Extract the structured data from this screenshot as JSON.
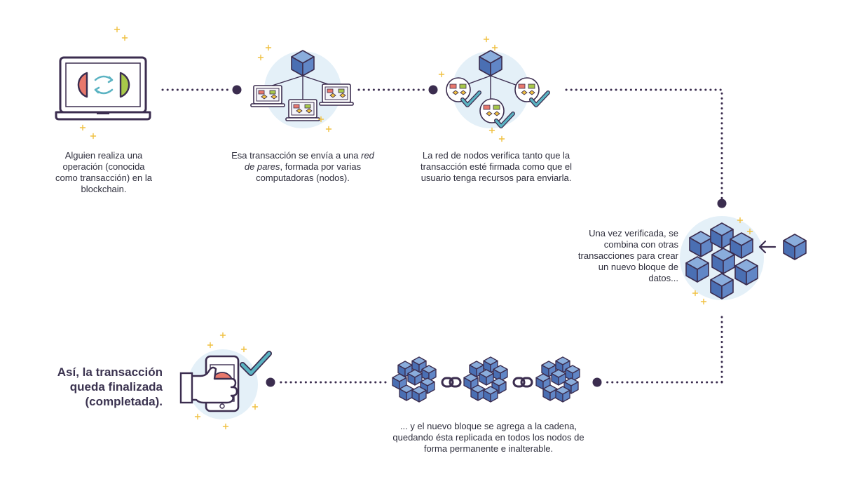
{
  "steps": [
    {
      "text": "Alguien realiza una operación (conocida como transacción) en la blockchain."
    },
    {
      "text_before": "Esa transacción se envía a una ",
      "text_italic": "red de pares",
      "text_after": ", formada por varias computadoras (nodos)."
    },
    {
      "text": "La red de nodos verifica tanto que la transacción esté firmada como que el usuario tenga recursos para enviarla."
    },
    {
      "text": "Una vez verificada, se combina con otras transacciones para crear un nuevo bloque de datos..."
    },
    {
      "text": "... y el nuevo bloque se agrega a la cadena, quedando ésta replicada en todos los nodos de forma permanente e inalterable."
    },
    {
      "text": "Así, la transacción queda finalizada (completada)."
    }
  ],
  "colors": {
    "cube_top": "#7fa2d6",
    "cube_left": "#4a6fb3",
    "cube_right": "#5d82c2",
    "outline": "#3b2d4f",
    "halo": "#e4f0f8",
    "check": "#5bb3c2",
    "red_half": "#e8786c",
    "green_half": "#a8c84a",
    "sparkle": "#f0c040",
    "dots": "#3b2d4f"
  },
  "icons": [
    "laptop-icon",
    "peer-network-icon",
    "verification-icon",
    "block-cube-icon",
    "chain-link-icon",
    "phone-hand-icon",
    "checkmark-icon"
  ]
}
